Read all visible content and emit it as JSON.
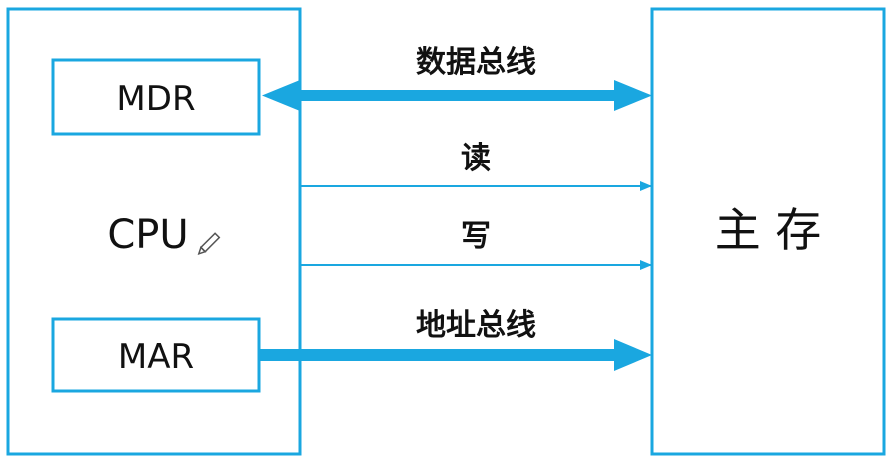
{
  "cpu": {
    "label": "CPU",
    "icon": "pencil-icon"
  },
  "mdr": {
    "label": "MDR"
  },
  "mar": {
    "label": "MAR"
  },
  "memory": {
    "label": "主 存"
  },
  "buses": {
    "data_bus": "数据总线",
    "read": "读",
    "write": "写",
    "address_bus": "地址总线"
  },
  "colors": {
    "accent": "#1aa7e0",
    "text": "#111111"
  }
}
